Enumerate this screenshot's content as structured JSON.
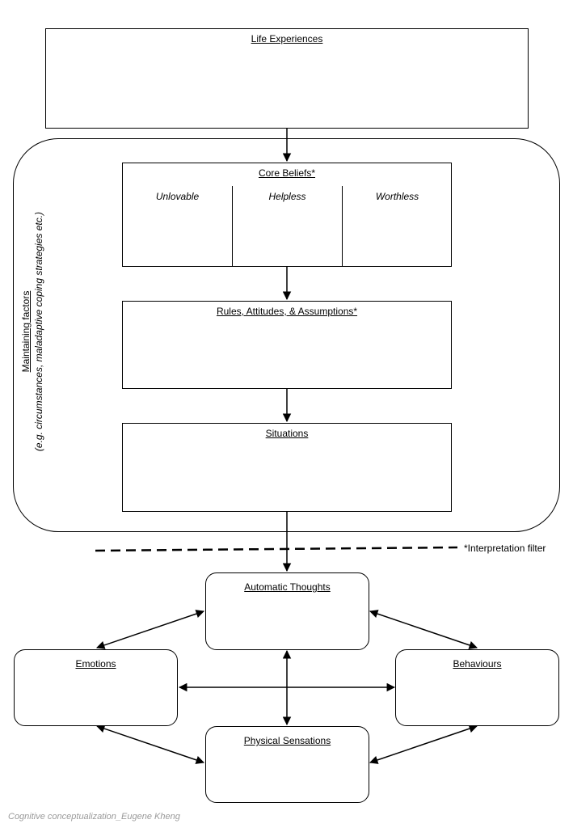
{
  "life_experiences": {
    "title": "Life Experiences"
  },
  "maintaining": {
    "label": "Maintaining factors",
    "detail": "(e.g. circumstances, maladaptive coping strategies etc.)"
  },
  "core_beliefs": {
    "title": "Core Beliefs*",
    "columns": [
      "Unlovable",
      "Helpless",
      "Worthless"
    ]
  },
  "rules": {
    "title": "Rules, Attitudes, & Assumptions*"
  },
  "situations": {
    "title": "Situations"
  },
  "interpretation_filter": "*Interpretation filter",
  "automatic_thoughts": {
    "title": "Automatic Thoughts"
  },
  "emotions": {
    "title": "Emotions"
  },
  "behaviours": {
    "title": "Behaviours"
  },
  "physical_sensations": {
    "title": "Physical Sensations"
  },
  "credit": "Cognitive conceptualization_Eugene Kheng"
}
